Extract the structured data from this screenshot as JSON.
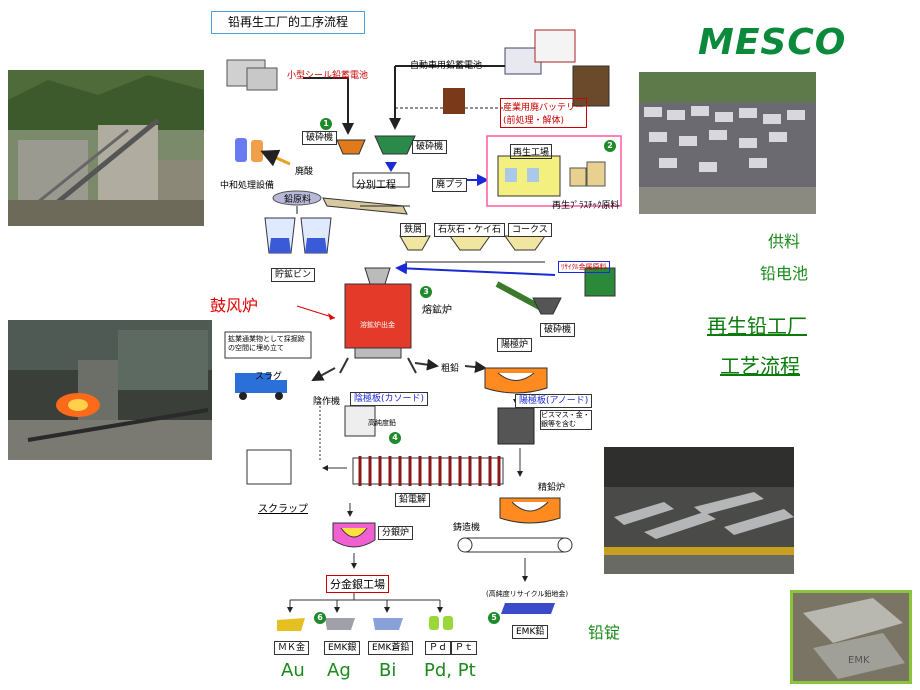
{
  "header": {
    "title": "铅再生工厂的工序流程",
    "logo": "MESCO"
  },
  "right": {
    "supply_line1": "供料",
    "supply_line2": "铅电池",
    "plant_title_line1": "再生铅工厂",
    "plant_title_line2": "工艺流程",
    "ingot": "铅锭"
  },
  "left": {
    "furnace_label": "鼓风炉"
  },
  "diagram": {
    "small_battery": "小型シール鉛蓄電池",
    "auto_battery": "自動車用鉛蓄電池",
    "industrial_battery": "産業用廃バッテリー\n(前処理・解体)",
    "crusher1": "破砕機",
    "crusher2": "破砕機",
    "waste_acid": "廃酸",
    "neutralization": "中和処理設備",
    "separation": "分別工程",
    "waste_plastic": "廃プラ",
    "recycle_plant": "再生工場",
    "recycle_plastic_material": "再生ﾌﾟﾗｽﾁｯｸ原料",
    "lead_material": "鉛原料",
    "storage_bin": "貯鉱ビン",
    "iron_scrap": "鉄屑",
    "limestone": "石灰石・ケイ石",
    "coke": "コークス",
    "recycle_metal": "ﾘｻｲｸﾙ金属原料",
    "smelting_furnace": "熔鉱炉",
    "crusher3": "破砕機",
    "furnace_plate": "溶鉱炉出金",
    "slag_note": "拡業通業物として採掘跡の空間に埋め立て",
    "slag": "スラグ",
    "crude_lead": "粗鉛",
    "anode_furnace": "陽極炉",
    "casting_machine1": "陰作機",
    "cathode_plate": "陰極板(カソード)",
    "anode_plate": "陽極板(アノード)",
    "high_purity_lead": "高純度鉛",
    "bi_note": "ビスマス・金・銀等を含む",
    "scrap": "スクラップ",
    "electrolysis": "鉛電解",
    "refining_furnace": "精鉛炉",
    "casting_machine2": "鋳造機",
    "silver_furnace": "分銀炉",
    "precious_plant": "分金銀工場",
    "high_purity_recycle": "(高純度リサイクル鉛地金)",
    "emk_lead": "EMK鉛",
    "products": [
      "ＭＫ金",
      "EMK銀",
      "EMK蒼鉛",
      "Ｐｄ",
      "Ｐｔ"
    ],
    "steps": [
      "1",
      "2",
      "3",
      "4",
      "5",
      "6"
    ]
  },
  "metals": [
    "Au",
    "Ag",
    "Bi",
    "Pd, Pt"
  ],
  "colors": {
    "logo_green": "#0a8a3a",
    "text_green": "#1a8a1a",
    "accent_red": "#e00000",
    "title_border": "#4aa3d8",
    "furnace_red": "#e43a2a",
    "flow_blue": "#1a2ad6"
  }
}
